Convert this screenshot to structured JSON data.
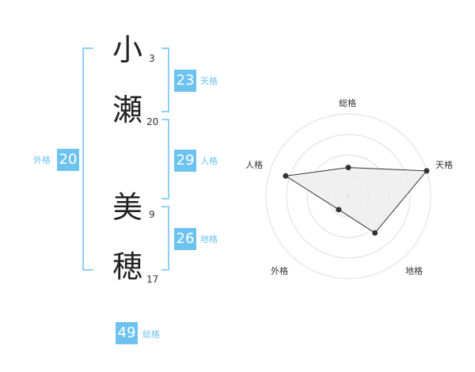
{
  "name": {
    "chars": [
      {
        "char": "小",
        "strokes": "3"
      },
      {
        "char": "瀬",
        "strokes": "20"
      },
      {
        "char": "美",
        "strokes": "9"
      },
      {
        "char": "穂",
        "strokes": "17"
      }
    ]
  },
  "fortunes": {
    "tenkaku": {
      "value": "23",
      "label": "天格"
    },
    "jinkaku": {
      "value": "29",
      "label": "人格"
    },
    "chikaku": {
      "value": "26",
      "label": "地格"
    },
    "gaikaku": {
      "value": "20",
      "label": "外格"
    },
    "soukaku": {
      "value": "49",
      "label": "総格"
    }
  },
  "radar": {
    "labels": {
      "top": "総格",
      "right": "天格",
      "bottom_right": "地格",
      "bottom_left": "外格",
      "left": "人格"
    },
    "levels": 4,
    "values": {
      "soukaku": 0.35,
      "tenkaku": 1.0,
      "chikaku": 0.55,
      "gaikaku": 0.2,
      "jinkaku": 0.8
    },
    "colors": {
      "fill": "#ececec",
      "line": "#333333",
      "point": "#333333",
      "grid": "#dddddd",
      "center": "#cccccc"
    }
  },
  "colors": {
    "accent": "#6cc3f0",
    "bracket": "#8fd0f5",
    "text": "#222222"
  }
}
